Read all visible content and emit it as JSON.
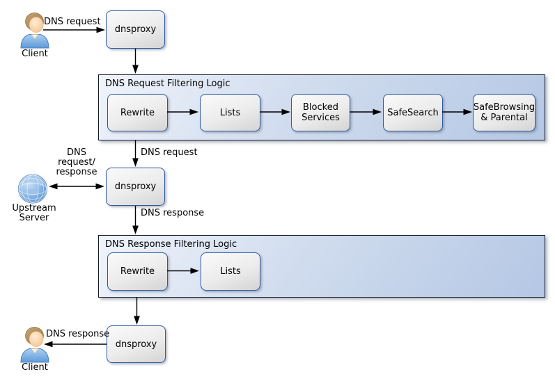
{
  "nodes": {
    "client_top": "Client",
    "dnsproxy_top": "dnsproxy",
    "dnsproxy_middle": "dnsproxy",
    "dnsproxy_bottom": "dnsproxy",
    "upstream_server": "Upstream\nServer",
    "client_bottom": "Client"
  },
  "request_filter": {
    "title": "DNS Request Filtering Logic",
    "stages": [
      "Rewrite",
      "Lists",
      "Blocked Services",
      "SafeSearch",
      "SafeBrowsing & Parental"
    ]
  },
  "response_filter": {
    "title": "DNS Response Filtering Logic",
    "stages": [
      "Rewrite",
      "Lists"
    ]
  },
  "edge_labels": {
    "client_to_proxy": "DNS request",
    "filter_request_in": "DNS request",
    "upstream_exchange": "DNS\nrequest/\nresponse",
    "proxy_response_out": "DNS response",
    "proxy_to_client": "DNS response"
  },
  "colors": {
    "stage_box_border": "#2c5aa0",
    "stage_box_fill_light": "#fafafa",
    "stage_box_fill_dark": "#d4d4d4",
    "container_border": "#141925",
    "container_fill_light": "#f0f4fb",
    "container_fill_dark": "#b4c7e4",
    "arrow": "#000000"
  }
}
